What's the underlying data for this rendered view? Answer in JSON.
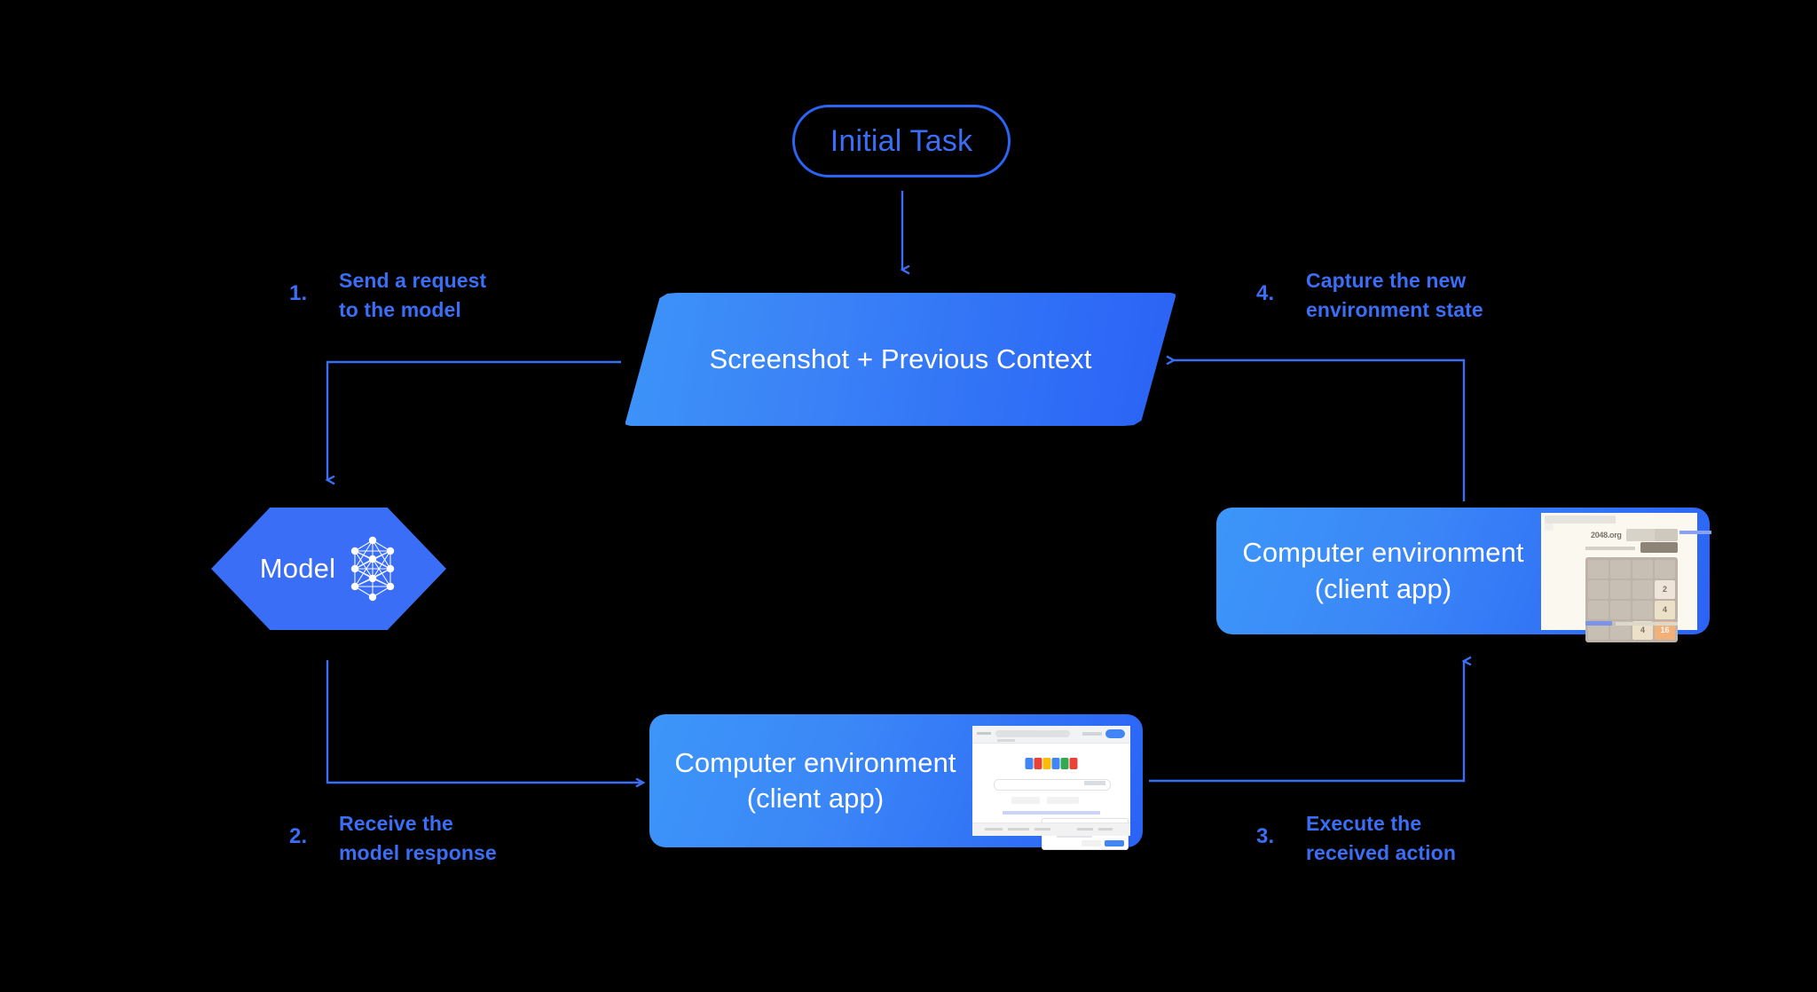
{
  "diagram": {
    "title_node": {
      "label": "Initial Task"
    },
    "context_node": {
      "label": "Screenshot + Previous\nContext"
    },
    "model_node": {
      "label": "Model",
      "icon": "neural-network-icon"
    },
    "env_right": {
      "label": "Computer environment\n(client app)",
      "thumbnail": {
        "kind": "2048-game-screenshot",
        "brand": "2048.org",
        "tiles": [
          "2",
          "4",
          "4",
          "16"
        ]
      }
    },
    "env_bottom": {
      "label": "Computer environment\n(client app)",
      "thumbnail": {
        "kind": "google-search-screenshot",
        "brand": "Google"
      }
    },
    "steps": [
      {
        "num": "1.",
        "text": "Send a request\nto the model"
      },
      {
        "num": "2.",
        "text": "Receive the\nmodel response"
      },
      {
        "num": "3.",
        "text": "Execute the\nreceived action"
      },
      {
        "num": "4.",
        "text": "Capture the new\nenvironment state"
      }
    ],
    "colors": {
      "background": "#000000",
      "accent_blue": "#3b6ef6",
      "gradient_light": "#3c96f8",
      "gradient_dark": "#2b63f5",
      "connector": "#3b6ef6",
      "node_text": "#ffffff"
    }
  }
}
